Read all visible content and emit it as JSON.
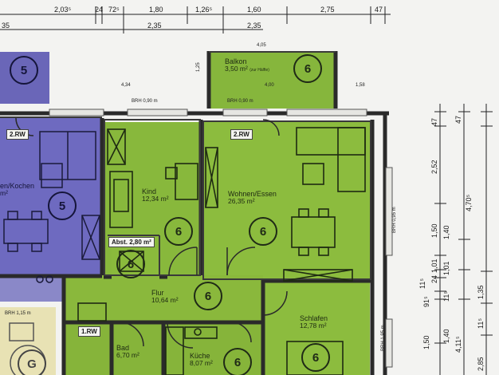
{
  "rooms": {
    "balkon": {
      "name": "Balkon",
      "area": "3,50 m²",
      "note": "(zur Hälfte)",
      "unit": "6"
    },
    "kind": {
      "name": "Kind",
      "area": "12,34 m²",
      "unit": "6"
    },
    "wohnen": {
      "name": "Wohnen/Essen",
      "area": "26,35 m²",
      "unit": "6"
    },
    "abst": {
      "label": "Abst. 2,80 m²",
      "unit": "6"
    },
    "flur": {
      "name": "Flur",
      "area": "10,64 m²",
      "unit": "6"
    },
    "schlafen": {
      "name": "Schlafen",
      "area": "12,78 m²",
      "unit": "6"
    },
    "bad": {
      "name": "Bad",
      "area": "6,70 m²"
    },
    "kueche": {
      "name": "Küche",
      "area": "8,07 m²",
      "unit": "6"
    },
    "left_kochen": {
      "name": "en/Kochen",
      "area": "m²",
      "unit": "5"
    },
    "left_top": {
      "unit": "5"
    },
    "bottom_left": {
      "unit": "G"
    }
  },
  "tags": {
    "rw2_left": "2.RW",
    "rw2": "2.RW",
    "rw1": "1.RW"
  },
  "top_dims": {
    "row1": [
      "2,03⁵",
      "24",
      "72⁵",
      "1,80",
      "1,26⁵",
      "1,60",
      "2,75",
      "47"
    ],
    "row2": [
      "35",
      "2,35",
      "2,35"
    ]
  },
  "right_dims": {
    "col1": [
      "47",
      "2,52",
      "1,50",
      "1,01",
      "24",
      "11⁵",
      "91⁵",
      "1,50"
    ],
    "col2": [
      "1,40",
      "1,01",
      "11⁵"
    ],
    "col3": [
      "47",
      "4,70⁵",
      "1,35",
      "11⁵",
      "2,85"
    ],
    "col2b": [
      "4,11⁵",
      "1,40"
    ]
  },
  "small_labels": {
    "brh1": "BRH 0,90 m",
    "brh2": "BRH 0,90 m",
    "brh3": "BRH 0,95 m",
    "brh4": "BRH 1,95 m",
    "brh5": "BRH 1,15 m",
    "d1": "4,05",
    "d2": "1,25",
    "d3": "4,00",
    "d4": "1,58",
    "d5": "4,34"
  }
}
